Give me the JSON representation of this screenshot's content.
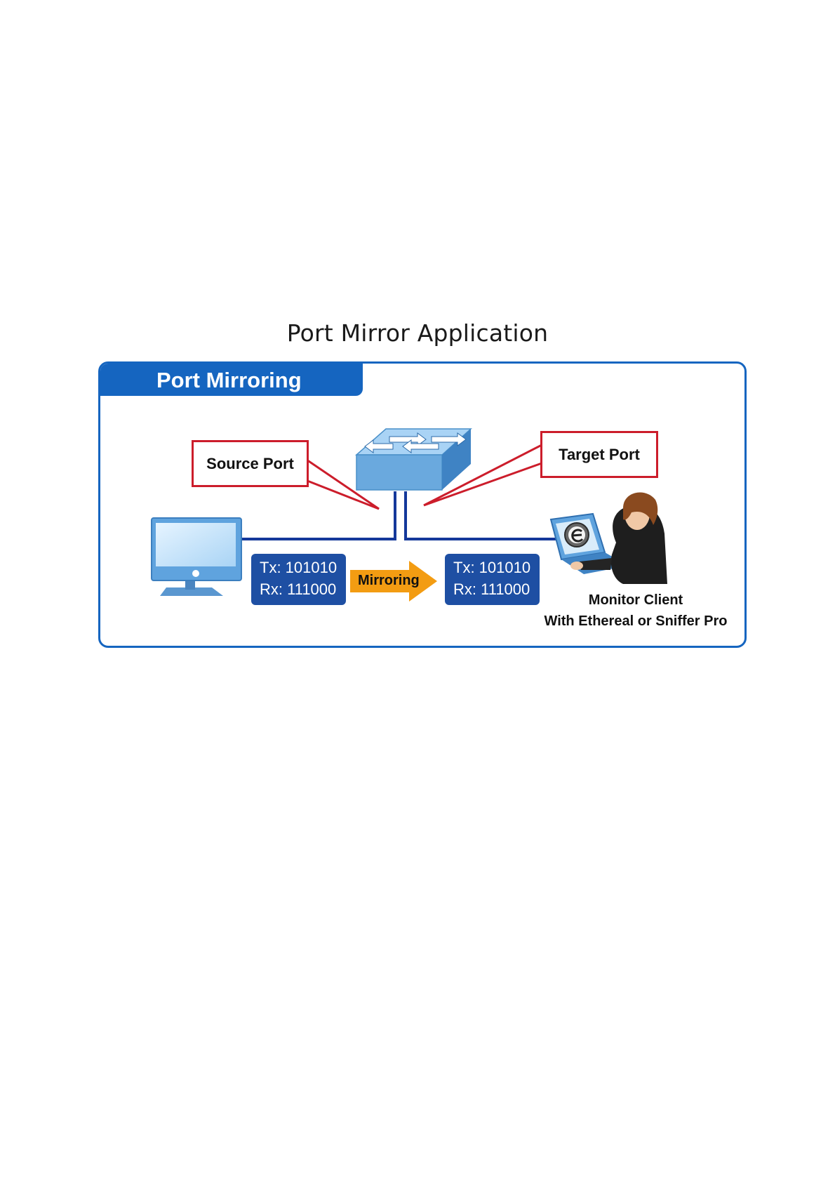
{
  "page": {
    "title": "Port Mirror Application"
  },
  "panel": {
    "header": "Port Mirroring"
  },
  "callouts": {
    "source": "Source Port",
    "target": "Target Port"
  },
  "source_box": {
    "tx": "Tx: 101010",
    "rx": "Rx: 111000"
  },
  "target_box": {
    "tx": "Tx: 101010",
    "rx": "Rx: 111000"
  },
  "arrow": {
    "label": "Mirroring"
  },
  "monitor_client": {
    "line1": "Monitor Client",
    "line2": "With Ethereal or Sniffer Pro"
  },
  "colors": {
    "frame_blue": "#1565c0",
    "callout_red": "#cc1d2b",
    "data_box_blue": "#1e4fa3",
    "arrow_orange": "#f39c12",
    "switch_blue": "#6aa9de",
    "link_blue": "#14389a"
  },
  "icons": [
    "network-switch-icon",
    "desktop-computer-icon",
    "laptop-user-icon",
    "ethereal-logo-icon",
    "mirroring-arrow-icon"
  ]
}
